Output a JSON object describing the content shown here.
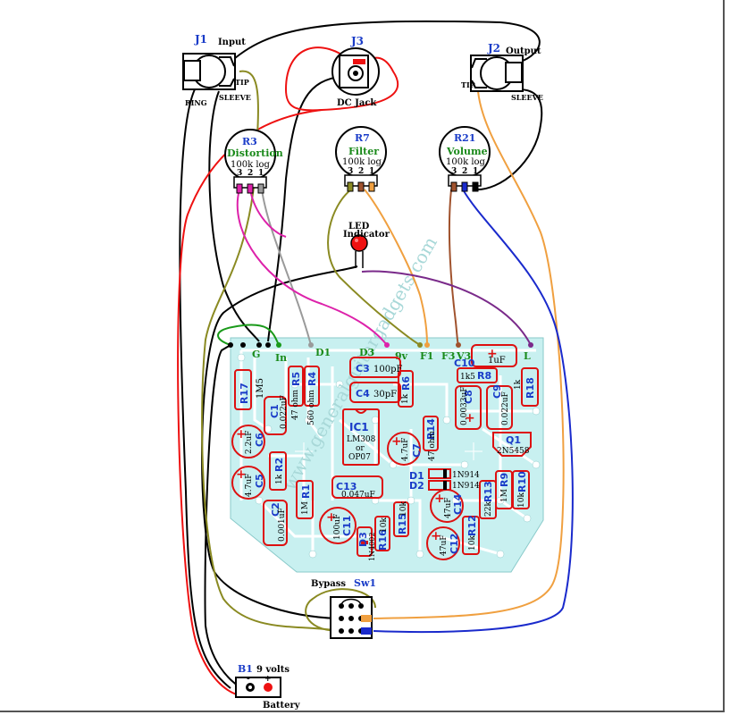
{
  "jacks": {
    "j1": {
      "ref": "J1",
      "name": "Input",
      "tip": "TIP",
      "sleeve": "SLEEVE",
      "ring": "RING"
    },
    "j2": {
      "ref": "J2",
      "name": "Output",
      "tip": "TIP",
      "sleeve": "SLEEVE"
    },
    "j3": {
      "ref": "J3",
      "name": "DC Jack"
    }
  },
  "pots": [
    {
      "ref": "R3",
      "name": "Distortion",
      "value": "100k log",
      "pins": [
        "3",
        "2",
        "1"
      ]
    },
    {
      "ref": "R7",
      "name": "Filter",
      "value": "100k log",
      "pins": [
        "3",
        "2",
        "1"
      ]
    },
    {
      "ref": "R21",
      "name": "Volume",
      "value": "100k log",
      "pins": [
        "3",
        "2",
        "1"
      ]
    }
  ],
  "led": {
    "label": "LED",
    "label2": "Indicator"
  },
  "pads": [
    "G",
    "In",
    "D1",
    "D3",
    "9v",
    "F1",
    "F3",
    "V3",
    "L"
  ],
  "components": {
    "R17": {
      "ref": "R17",
      "value": "1M5"
    },
    "R5": {
      "ref": "R5",
      "value": "47 ohm"
    },
    "R4": {
      "ref": "R4",
      "value": "560 ohm"
    },
    "C3": {
      "ref": "C3",
      "value": "100pF"
    },
    "C4": {
      "ref": "C4",
      "value": "30pF"
    },
    "R6": {
      "ref": "R6",
      "value": "1k"
    },
    "C10": {
      "ref": "C10",
      "value": "1uF"
    },
    "R8": {
      "ref": "R8",
      "value": "1k5"
    },
    "R18": {
      "ref": "R18",
      "value": "1k"
    },
    "C1": {
      "ref": "C1",
      "value": "0.022uF"
    },
    "IC1": {
      "ref": "IC1",
      "value1": "LM308",
      "value2": "or",
      "value3": "OP07"
    },
    "R14": {
      "ref": "R14",
      "value": "47 ohm"
    },
    "C8": {
      "ref": "C8",
      "value": "0.0033uF"
    },
    "C9": {
      "ref": "C9",
      "value": "0.022uF"
    },
    "C6": {
      "ref": "C6",
      "value": "2.2uF"
    },
    "C7": {
      "ref": "C7",
      "value": "4.7uF"
    },
    "Q1": {
      "ref": "Q1",
      "value": "2N5458"
    },
    "R2": {
      "ref": "R2",
      "value": "1k"
    },
    "C5": {
      "ref": "C5",
      "value": "4.7uF"
    },
    "D1": {
      "ref": "D1",
      "value": "1N914"
    },
    "D2": {
      "ref": "D2",
      "value": "1N914"
    },
    "R9": {
      "ref": "R9",
      "value": "1M"
    },
    "R1": {
      "ref": "R1",
      "value": "1M"
    },
    "C13": {
      "ref": "C13",
      "value": "0.047uF"
    },
    "R13": {
      "ref": "R13",
      "value": "22k"
    },
    "R10": {
      "ref": "R10",
      "value": "10k"
    },
    "C2": {
      "ref": "C2",
      "value": "0.001uF"
    },
    "C11": {
      "ref": "C11",
      "value": "100uF"
    },
    "C14": {
      "ref": "C14",
      "value": "47uF"
    },
    "D3": {
      "ref": "D3",
      "value": "1N4002"
    },
    "R16": {
      "ref": "R16",
      "value": "10k"
    },
    "R15": {
      "ref": "R15",
      "value": "10k"
    },
    "R12": {
      "ref": "R12",
      "value": "10k"
    },
    "C12": {
      "ref": "C12",
      "value": "47uF"
    }
  },
  "switch": {
    "ref": "Sw1",
    "name": "Bypass"
  },
  "battery": {
    "ref": "B1",
    "voltage": "9 volts",
    "name": "Battery",
    "minus": "-",
    "plus": "+"
  },
  "watermark": "www.generalguitargadgets.com",
  "colors": {
    "board": "#c8f0f0",
    "trace": "#ffffff",
    "component": "#dd1111",
    "ref_text": "#1a3cc8",
    "pad_label": "#1a8a1a",
    "wire_black": "#000000",
    "wire_red": "#ee1111",
    "wire_olive": "#8a8a22",
    "wire_grey": "#9a9a9a",
    "wire_magenta": "#dd22aa",
    "wire_orange": "#f0a040",
    "wire_brown": "#a0522d",
    "wire_purple": "#7a2a8a",
    "wire_blue": "#1a2acc",
    "wire_green": "#1a9a1a"
  }
}
